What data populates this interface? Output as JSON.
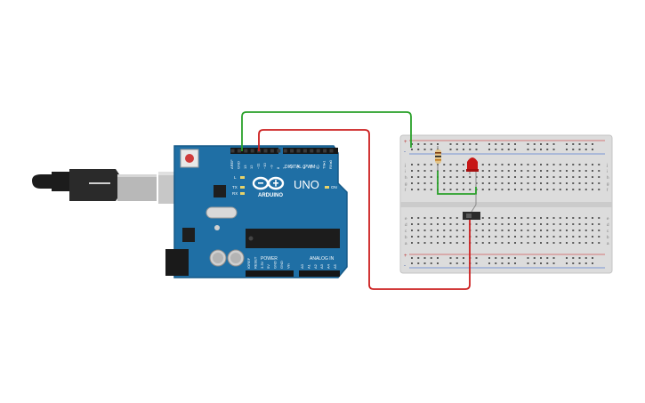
{
  "board": {
    "brand": "ARDUINO",
    "model": "UNO",
    "reset_label": "RESET",
    "digital_header": "DIGITAL (PWM~)",
    "power_header": "POWER",
    "analog_header": "ANALOG IN",
    "on_label": "ON",
    "led_l": "L",
    "led_tx": "TX",
    "led_rx": "RX",
    "top_pins": [
      "AREF",
      "GND",
      "13",
      "12",
      "~11",
      "~10",
      "~9",
      "8",
      "7",
      "~6",
      "~5",
      "4",
      "~3",
      "2",
      "TX▸1",
      "RX◂0"
    ],
    "power_pins": [
      "IOREF",
      "RESET",
      "3.3V",
      "5V",
      "GND",
      "GND",
      "Vin"
    ],
    "analog_pins": [
      "A0",
      "A1",
      "A2",
      "A3",
      "A4",
      "A5"
    ]
  },
  "breadboard": {
    "row_letters_top": [
      "j",
      "i",
      "h",
      "g",
      "f"
    ],
    "row_letters_bottom": [
      "e",
      "d",
      "c",
      "b",
      "a"
    ],
    "plus": "+",
    "minus": "-"
  },
  "colors": {
    "board": "#1f6fa5",
    "board_dark": "#165a88",
    "breadboard": "#dedede",
    "wire_green": "#2aa12a",
    "wire_red": "#cc1f1f",
    "led": "#c71717",
    "usb_body": "#222222"
  }
}
